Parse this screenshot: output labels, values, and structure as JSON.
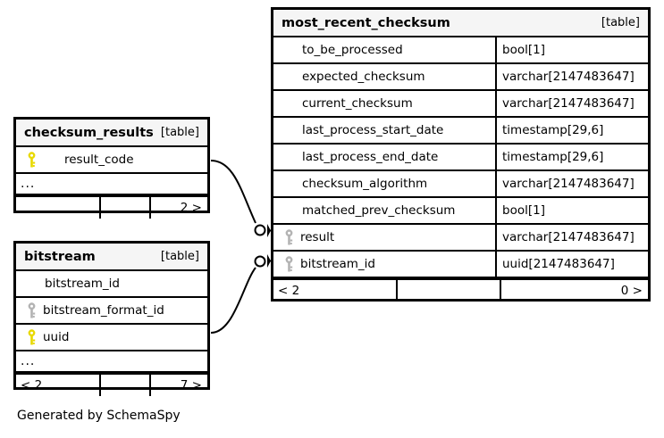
{
  "diagram": {
    "caption": "Generated by SchemaSpy",
    "kind_label": "[table]",
    "ellipsis": "...",
    "icons": {
      "primary_key": "key-icon-yellow",
      "foreign_key": "key-icon-gray"
    },
    "colors": {
      "primary_key": "#e8d900",
      "foreign_key": "#b3b3b3",
      "border": "#000000",
      "header_bg": "#f5f5f5",
      "background": "#ffffff"
    }
  },
  "tables": {
    "most_recent_checksum": {
      "name": "most_recent_checksum",
      "kind": "[table]",
      "columns": [
        {
          "key": "none",
          "name": "to_be_processed",
          "type": "bool[1]"
        },
        {
          "key": "none",
          "name": "expected_checksum",
          "type": "varchar[2147483647]"
        },
        {
          "key": "none",
          "name": "current_checksum",
          "type": "varchar[2147483647]"
        },
        {
          "key": "none",
          "name": "last_process_start_date",
          "type": "timestamp[29,6]"
        },
        {
          "key": "none",
          "name": "last_process_end_date",
          "type": "timestamp[29,6]"
        },
        {
          "key": "none",
          "name": "checksum_algorithm",
          "type": "varchar[2147483647]"
        },
        {
          "key": "none",
          "name": "matched_prev_checksum",
          "type": "bool[1]"
        },
        {
          "key": "fk",
          "name": "result",
          "type": "varchar[2147483647]"
        },
        {
          "key": "fk",
          "name": "bitstream_id",
          "type": "uuid[2147483647]"
        }
      ],
      "has_ellipsis": false,
      "footer": {
        "left": "< 2",
        "mid": "",
        "right": "0 >"
      }
    },
    "checksum_results": {
      "name": "checksum_results",
      "kind": "[table]",
      "columns": [
        {
          "key": "pk",
          "name": "result_code",
          "type": null
        }
      ],
      "has_ellipsis": true,
      "footer": {
        "left": "",
        "mid": "",
        "right": "2 >"
      }
    },
    "bitstream": {
      "name": "bitstream",
      "kind": "[table]",
      "columns": [
        {
          "key": "none",
          "name": "bitstream_id",
          "type": null
        },
        {
          "key": "fk",
          "name": "bitstream_format_id",
          "type": null
        },
        {
          "key": "pk",
          "name": "uuid",
          "type": null
        }
      ],
      "has_ellipsis": true,
      "footer": {
        "left": "< 2",
        "mid": "",
        "right": "7 >"
      }
    }
  },
  "relationships": [
    {
      "from": "checksum_results.result_code",
      "to": "most_recent_checksum.result"
    },
    {
      "from": "bitstream.uuid",
      "to": "most_recent_checksum.bitstream_id"
    }
  ]
}
